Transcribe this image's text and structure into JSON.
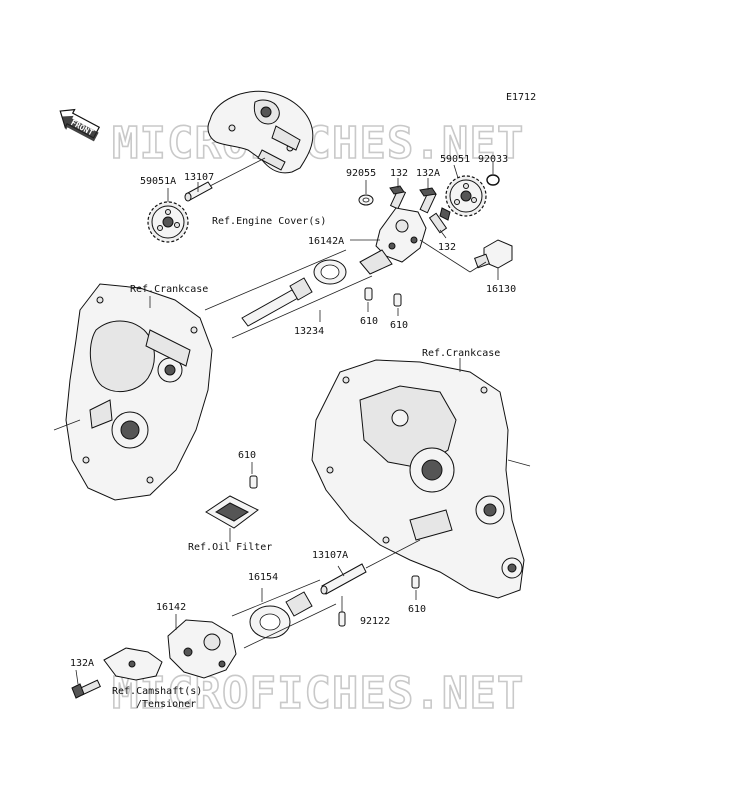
{
  "diagram": {
    "code": "E1712",
    "front_label": "FRONT",
    "watermark": "MICROFICHES.NET",
    "part_labels": {
      "p59051A": "59051A",
      "p13107": "13107",
      "p92055": "92055",
      "p132_top": "132",
      "p132A_top": "132A",
      "p59051": "59051",
      "p92033": "92033",
      "p16142A": "16142A",
      "p132_mid": "132",
      "p16130": "16130",
      "p610_a": "610",
      "p610_b": "610",
      "p13234": "13234",
      "p610_c": "610",
      "p13107A": "13107A",
      "p16154": "16154",
      "p16142": "16142",
      "p92122": "92122",
      "p610_d": "610",
      "p132A_bottom": "132A"
    },
    "ref_labels": {
      "engine_cover": "Ref.Engine Cover(s)",
      "crankcase_left": "Ref.Crankcase",
      "crankcase_right": "Ref.Crankcase",
      "oil_filter": "Ref.Oil Filter",
      "camshaft_line1": "Ref.Camshaft(s)",
      "camshaft_line2": "/Tensioner"
    }
  }
}
